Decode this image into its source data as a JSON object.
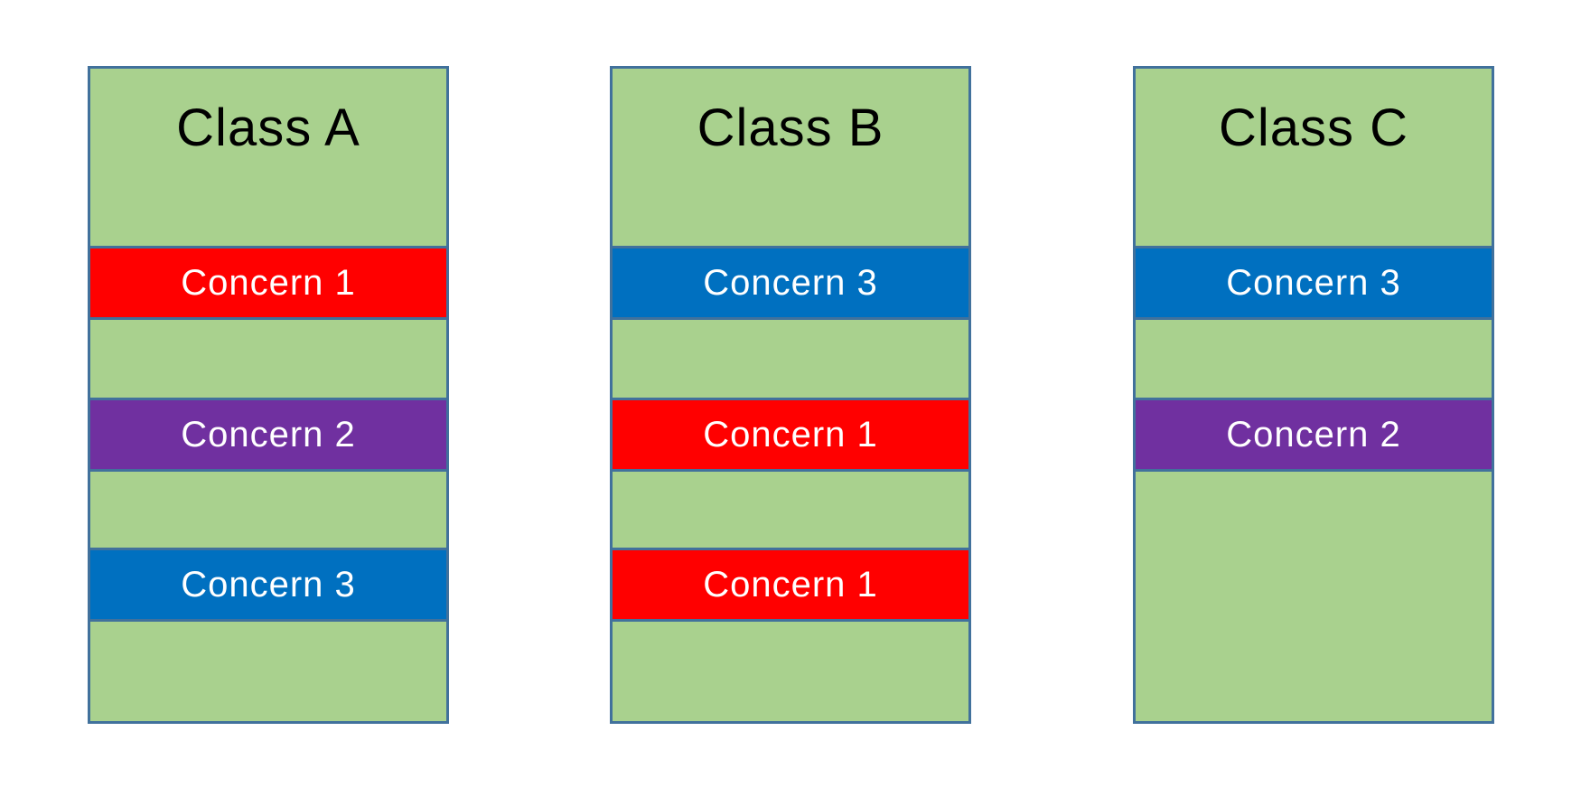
{
  "palette": {
    "page_background": "#FFFFFF",
    "class_fill": "#A9D18E",
    "outline": "#41719C",
    "concern1_red": "#FF0000",
    "concern2_purple": "#7030A0",
    "concern3_blue": "#0070C0",
    "title_text": "#000000",
    "label_text": "#FFFFFF"
  },
  "columns": [
    {
      "title": "Class A",
      "bands": [
        {
          "slot": 1,
          "label": "Concern 1",
          "color": "#FF0000"
        },
        {
          "slot": 2,
          "label": "Concern 2",
          "color": "#7030A0"
        },
        {
          "slot": 3,
          "label": "Concern 3",
          "color": "#0070C0"
        }
      ]
    },
    {
      "title": "Class B",
      "bands": [
        {
          "slot": 1,
          "label": "Concern 3",
          "color": "#0070C0"
        },
        {
          "slot": 2,
          "label": "Concern 1",
          "color": "#FF0000"
        },
        {
          "slot": 3,
          "label": "Concern 1",
          "color": "#FF0000"
        }
      ]
    },
    {
      "title": "Class C",
      "bands": [
        {
          "slot": 1,
          "label": "Concern 3",
          "color": "#0070C0"
        },
        {
          "slot": 2,
          "label": "Concern 2",
          "color": "#7030A0"
        }
      ]
    }
  ]
}
